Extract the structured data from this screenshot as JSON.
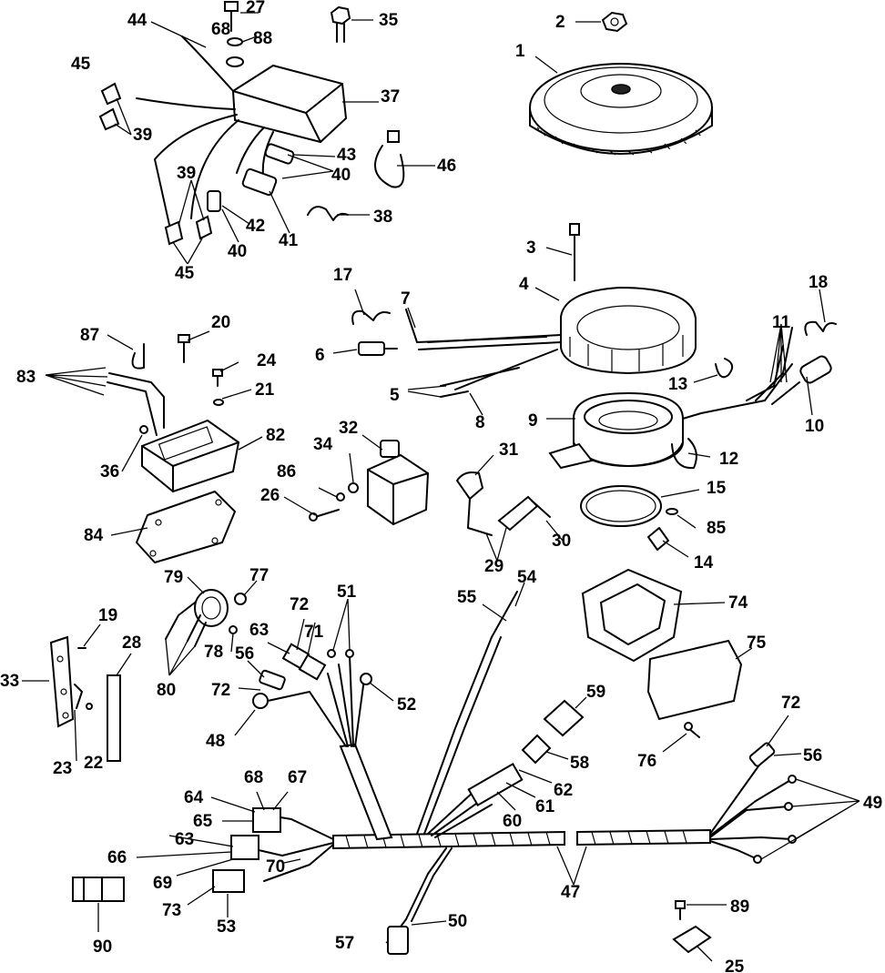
{
  "callouts": [
    {
      "id": "c1",
      "text": "1"
    },
    {
      "id": "c2",
      "text": "2"
    },
    {
      "id": "c3",
      "text": "3"
    },
    {
      "id": "c4",
      "text": "4"
    },
    {
      "id": "c5",
      "text": "5"
    },
    {
      "id": "c6",
      "text": "6"
    },
    {
      "id": "c7",
      "text": "7"
    },
    {
      "id": "c8",
      "text": "8"
    },
    {
      "id": "c9",
      "text": "9"
    },
    {
      "id": "c10",
      "text": "10"
    },
    {
      "id": "c11",
      "text": "11"
    },
    {
      "id": "c12",
      "text": "12"
    },
    {
      "id": "c13",
      "text": "13"
    },
    {
      "id": "c14",
      "text": "14"
    },
    {
      "id": "c15",
      "text": "15"
    },
    {
      "id": "c17",
      "text": "17"
    },
    {
      "id": "c18",
      "text": "18"
    },
    {
      "id": "c19",
      "text": "19"
    },
    {
      "id": "c20",
      "text": "20"
    },
    {
      "id": "c21",
      "text": "21"
    },
    {
      "id": "c22",
      "text": "22"
    },
    {
      "id": "c23",
      "text": "23"
    },
    {
      "id": "c24",
      "text": "24"
    },
    {
      "id": "c25",
      "text": "25"
    },
    {
      "id": "c26",
      "text": "26"
    },
    {
      "id": "c27",
      "text": "27"
    },
    {
      "id": "c28",
      "text": "28"
    },
    {
      "id": "c29",
      "text": "29"
    },
    {
      "id": "c30",
      "text": "30"
    },
    {
      "id": "c31",
      "text": "31"
    },
    {
      "id": "c32",
      "text": "32"
    },
    {
      "id": "c33",
      "text": "33"
    },
    {
      "id": "c34",
      "text": "34"
    },
    {
      "id": "c35",
      "text": "35"
    },
    {
      "id": "c36",
      "text": "36"
    },
    {
      "id": "c37",
      "text": "37"
    },
    {
      "id": "c38",
      "text": "38"
    },
    {
      "id": "c39a",
      "text": "39"
    },
    {
      "id": "c39b",
      "text": "39"
    },
    {
      "id": "c40a",
      "text": "40"
    },
    {
      "id": "c40b",
      "text": "40"
    },
    {
      "id": "c41",
      "text": "41"
    },
    {
      "id": "c42",
      "text": "42"
    },
    {
      "id": "c43",
      "text": "43"
    },
    {
      "id": "c44",
      "text": "44"
    },
    {
      "id": "c45a",
      "text": "45"
    },
    {
      "id": "c45b",
      "text": "45"
    },
    {
      "id": "c46",
      "text": "46"
    },
    {
      "id": "c47",
      "text": "47"
    },
    {
      "id": "c48",
      "text": "48"
    },
    {
      "id": "c49",
      "text": "49"
    },
    {
      "id": "c50",
      "text": "50"
    },
    {
      "id": "c51",
      "text": "51"
    },
    {
      "id": "c52",
      "text": "52"
    },
    {
      "id": "c53",
      "text": "53"
    },
    {
      "id": "c54",
      "text": "54"
    },
    {
      "id": "c55",
      "text": "55"
    },
    {
      "id": "c56a",
      "text": "56"
    },
    {
      "id": "c56b",
      "text": "56"
    },
    {
      "id": "c57",
      "text": "57"
    },
    {
      "id": "c58",
      "text": "58"
    },
    {
      "id": "c59",
      "text": "59"
    },
    {
      "id": "c60",
      "text": "60"
    },
    {
      "id": "c61",
      "text": "61"
    },
    {
      "id": "c62",
      "text": "62"
    },
    {
      "id": "c63a",
      "text": "63"
    },
    {
      "id": "c63b",
      "text": "63"
    },
    {
      "id": "c64",
      "text": "64"
    },
    {
      "id": "c65",
      "text": "65"
    },
    {
      "id": "c66",
      "text": "66"
    },
    {
      "id": "c67",
      "text": "67"
    },
    {
      "id": "c68a",
      "text": "68"
    },
    {
      "id": "c68b",
      "text": "68"
    },
    {
      "id": "c69",
      "text": "69"
    },
    {
      "id": "c70",
      "text": "70"
    },
    {
      "id": "c71",
      "text": "71"
    },
    {
      "id": "c72a",
      "text": "72"
    },
    {
      "id": "c72b",
      "text": "72"
    },
    {
      "id": "c72c",
      "text": "72"
    },
    {
      "id": "c73",
      "text": "73"
    },
    {
      "id": "c74",
      "text": "74"
    },
    {
      "id": "c75",
      "text": "75"
    },
    {
      "id": "c76",
      "text": "76"
    },
    {
      "id": "c77",
      "text": "77"
    },
    {
      "id": "c78",
      "text": "78"
    },
    {
      "id": "c79",
      "text": "79"
    },
    {
      "id": "c80",
      "text": "80"
    },
    {
      "id": "c82",
      "text": "82"
    },
    {
      "id": "c83",
      "text": "83"
    },
    {
      "id": "c84",
      "text": "84"
    },
    {
      "id": "c85",
      "text": "85"
    },
    {
      "id": "c86",
      "text": "86"
    },
    {
      "id": "c87",
      "text": "87"
    },
    {
      "id": "c88",
      "text": "88"
    },
    {
      "id": "c89",
      "text": "89"
    },
    {
      "id": "c90",
      "text": "90"
    }
  ]
}
